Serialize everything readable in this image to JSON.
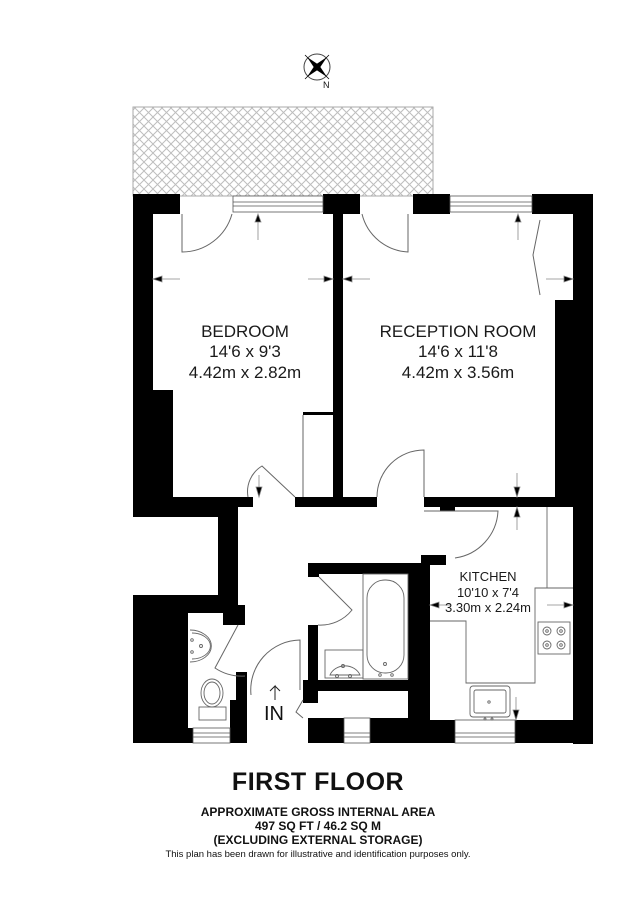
{
  "compass": {
    "icon": "compass-rose-icon",
    "north_label": "N"
  },
  "rooms": {
    "bedroom": {
      "name": "BEDROOM",
      "dim_imperial": "14'6 x 9'3",
      "dim_metric": "4.42m x 2.82m"
    },
    "reception": {
      "name": "RECEPTION ROOM",
      "dim_imperial": "14'6 x 11'8",
      "dim_metric": "4.42m x 3.56m"
    },
    "kitchen": {
      "name": "KITCHEN",
      "dim_imperial": "10'10 x 7'4",
      "dim_metric": "3.30m x 2.24m"
    }
  },
  "entrance": {
    "label": "IN",
    "icon": "entrance-arrow-icon"
  },
  "footer": {
    "floor_title": "FIRST FLOOR",
    "area_heading": "APPROXIMATE GROSS INTERNAL AREA",
    "area_value": "497 SQ FT / 46.2 SQ M",
    "area_note": "(EXCLUDING EXTERNAL STORAGE)",
    "disclaimer": "This plan has been drawn for illustrative and identification purposes only."
  },
  "colors": {
    "wall": "#000000",
    "line": "#555555",
    "hatch": "#bdbdbd",
    "background": "#ffffff"
  }
}
